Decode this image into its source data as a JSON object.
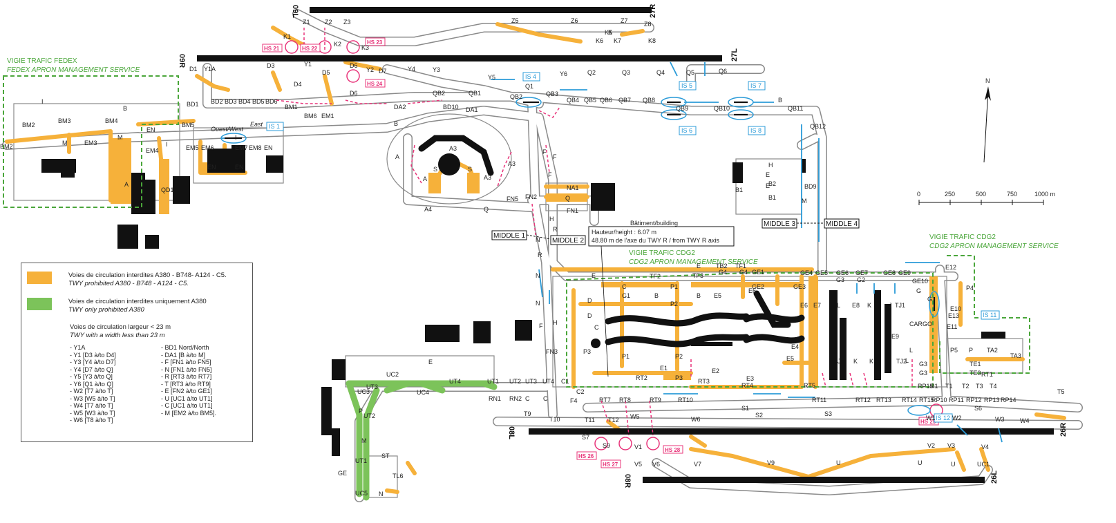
{
  "runways": {
    "r1_north": "27R",
    "r1_south": "09L",
    "r2_north": "27L",
    "r2_south": "09R",
    "r3_north": "26R",
    "r3_south": "08L",
    "r4_north": "26L",
    "r4_south": "08R"
  },
  "service_labels": {
    "fedex_fr": "VIGIE TRAFIC FEDEX",
    "fedex_en": "FEDEX APRON MANAGEMENT SERVICE",
    "cdg2_1_fr": "VIGIE TRAFIC CDG2",
    "cdg2_1_en": "CDG2 APRON MANAGEMENT SERVICE",
    "cdg2_2_fr": "VIGIE TRAFIC CDG2",
    "cdg2_2_en": "CDG2 APRON MANAGEMENT SERVICE"
  },
  "building_note": {
    "line1": "Bâtiment/building",
    "line2": "Hauteur/height : 6.07 m",
    "line3": "48.80 m de l’axe du TWY R / from TWY R axis"
  },
  "middle_boxes": [
    "MIDDLE 1",
    "MIDDLE 2",
    "MIDDLE 3",
    "MIDDLE 4"
  ],
  "hotspots": [
    "HS 21",
    "HS 22",
    "HS 23",
    "HS 24",
    "HS 25",
    "HS 26",
    "HS 27",
    "HS 28"
  ],
  "intersections": [
    "IS 1",
    "IS 4",
    "IS 5",
    "IS 6",
    "IS 7",
    "IS 8",
    "IS 11",
    "IS 12"
  ],
  "ouest_east": {
    "ouest": "Ouest/West",
    "east": "East"
  },
  "scale": {
    "ticks": [
      "0",
      "250",
      "500",
      "750",
      "1000 m"
    ]
  },
  "north_label": "N",
  "labels": [
    "Z1",
    "Z2",
    "Z3",
    "Z5",
    "Z6",
    "Z7",
    "Z8",
    "K1",
    "K2",
    "K3",
    "K5",
    "K6",
    "K7",
    "K8",
    "K",
    "D1",
    "Y1A",
    "D3",
    "Y1",
    "D5",
    "D6",
    "Y2",
    "Y4",
    "Y3",
    "D7",
    "Y5",
    "Y6",
    "Q1",
    "Q2",
    "Q3",
    "Q4",
    "Q5",
    "Q6",
    "D4",
    "D6",
    "BD1",
    "BD2",
    "BD3",
    "BD4",
    "BD5",
    "BD6",
    "BM1",
    "BM2",
    "BM3",
    "BM4",
    "BM5",
    "BM6",
    "EM1",
    "EM2",
    "EM3",
    "EM4",
    "EM5",
    "EM6",
    "EM7",
    "EM8",
    "EN",
    "EN",
    "EN",
    "EN",
    "QD1",
    "QB2",
    "QB1",
    "QB2",
    "QB3",
    "QB4",
    "QB5",
    "QB6",
    "QB7",
    "QB8",
    "QB9",
    "QB10",
    "QB11",
    "QB12",
    "BD9",
    "BD10",
    "DA1",
    "DA2",
    "B",
    "B",
    "B",
    "M",
    "M",
    "M",
    "I",
    "I",
    "I",
    "A",
    "A",
    "A",
    "A3",
    "A3",
    "A3",
    "S",
    "S",
    "A4",
    "Q",
    "Q",
    "NA1",
    "FN1",
    "FN5",
    "FN2",
    "FN3",
    "N",
    "N",
    "N",
    "R",
    "R",
    "F",
    "F",
    "F",
    "F",
    "H",
    "H",
    "H",
    "B1",
    "B2",
    "B1",
    "E",
    "E",
    "E",
    "E",
    "TB2",
    "TF1",
    "TF2",
    "TF3",
    "G4",
    "G4",
    "GE1",
    "GE2",
    "GE3",
    "GE4",
    "GE5",
    "GE6",
    "GE7",
    "GE8",
    "GE9",
    "GE10",
    "G",
    "G",
    "G3",
    "G3",
    "G3",
    "G2",
    "G1",
    "B",
    "B",
    "D",
    "D",
    "C",
    "C",
    "P1",
    "P1",
    "P2",
    "P2",
    "P3",
    "P3",
    "E1",
    "E2",
    "E3",
    "E4",
    "E5",
    "E5",
    "E6",
    "E6",
    "E7",
    "E8",
    "K",
    "K",
    "K",
    "L",
    "L",
    "L",
    "J",
    "J",
    "TJ1",
    "TJ2",
    "E9",
    "E10",
    "E11",
    "E12",
    "E13",
    "P4",
    "P5",
    "P",
    "TA2",
    "TA3",
    "TE1",
    "TE3",
    "RT1",
    "RT2",
    "RT3",
    "RT4",
    "RT5",
    "RT7",
    "RT8",
    "RT9",
    "RT10",
    "RT11",
    "RT12",
    "RT13",
    "RT14",
    "RT15",
    "RP10",
    "RP11",
    "RP12",
    "RP13",
    "RP14",
    "RP15",
    "R1",
    "T1",
    "T2",
    "T3",
    "T4",
    "T5",
    "T9",
    "T10",
    "T11",
    "T12",
    "W1",
    "W2",
    "W3",
    "W4",
    "W5",
    "W6",
    "S1",
    "S2",
    "S3",
    "S6",
    "S7",
    "S9",
    "V1",
    "V2",
    "V3",
    "V4",
    "V5",
    "V6",
    "V7",
    "V9",
    "U",
    "U",
    "U",
    "UC1",
    "UC2",
    "UC3",
    "UC4",
    "UC5",
    "UT1",
    "UT2",
    "UT3",
    "UT4",
    "UT1",
    "UT2",
    "UT3",
    "UT4",
    "RN1",
    "RN2",
    "C",
    "C",
    "C1",
    "C2",
    "P",
    "M",
    "N",
    "ST",
    "TL6",
    "E",
    "GE",
    "F4",
    "CARGO"
  ],
  "legend": {
    "item1_fr": "Voies de circulation interdites A380 - B748- A124 - C5.",
    "item1_en": "TWY prohibited A380 - B748 - A124 - C5.",
    "item2_fr": "Voies de circulation interdites uniquement A380",
    "item2_en": "TWY only prohibited A380",
    "narrow_fr": "Voies de circulation largeur < 23 m",
    "narrow_en": "TWY with a width less than 23 m",
    "col1": [
      "- Y1A",
      "- Y1 [D3 à/to D4]",
      "- Y3 [Y4 à/to D7]",
      "- Y4 [D7 à/to Q]",
      "- Y5 [Y3 à/to Q]",
      "- Y6 [Q1 à/to Q]",
      "- W2 [T7 à/to T]",
      "- W3 [W5 à/to T]",
      "- W4 [T7 à/to T]",
      "- W5 [W3 à/to T]",
      "- W6 [T8 à/to T]"
    ],
    "col2": [
      "- BD1 Nord/North",
      "- DA1 [B à/to M]",
      "- F [FN1 à/to FN5]",
      "- N [FN1 à/to FN5]",
      "- R [RT3 à/to RT7]",
      "- T [RT3 à/to RT9]",
      "- E [FN2 à/to GE1]",
      "- U [UC1 à/to UT1]",
      "- C [UC1 à/to UT1]",
      "- M [EM2 à/to BM5]."
    ]
  },
  "colors": {
    "orange": "#f6b13a",
    "green": "#7cc35a",
    "pink": "#e8347a",
    "blue": "#2b9bd8",
    "dash_green": "#4aa63a",
    "runway": "#111111",
    "taxiway_outline": "#777777"
  }
}
